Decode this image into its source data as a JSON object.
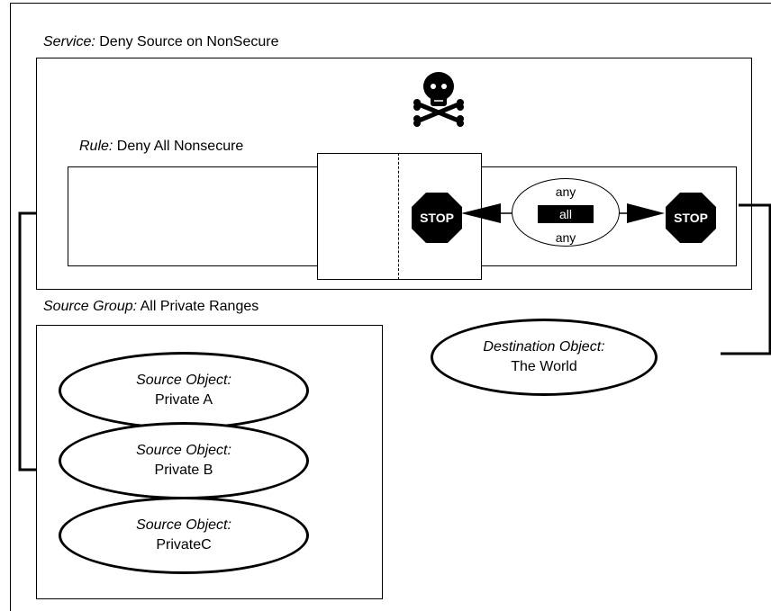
{
  "service": {
    "label_key": "Service:",
    "label_value": " Deny Source on NonSecure"
  },
  "rule": {
    "label_key": "Rule:",
    "label_value": " Deny All Nonsecure"
  },
  "source_group": {
    "label_key": "Source Group:",
    "label_value": " All Private Ranges"
  },
  "action_icon": "skull-crossbones-icon",
  "stop_sign_text": "STOP",
  "connector": {
    "top": "any",
    "middle": "all",
    "bottom": "any"
  },
  "destination": {
    "key": "Destination Object:",
    "value": "The World"
  },
  "sources": [
    {
      "key": "Source Object:",
      "value": "Private A"
    },
    {
      "key": "Source Object:",
      "value": "Private B"
    },
    {
      "key": "Source Object:",
      "value": "PrivateC"
    }
  ]
}
